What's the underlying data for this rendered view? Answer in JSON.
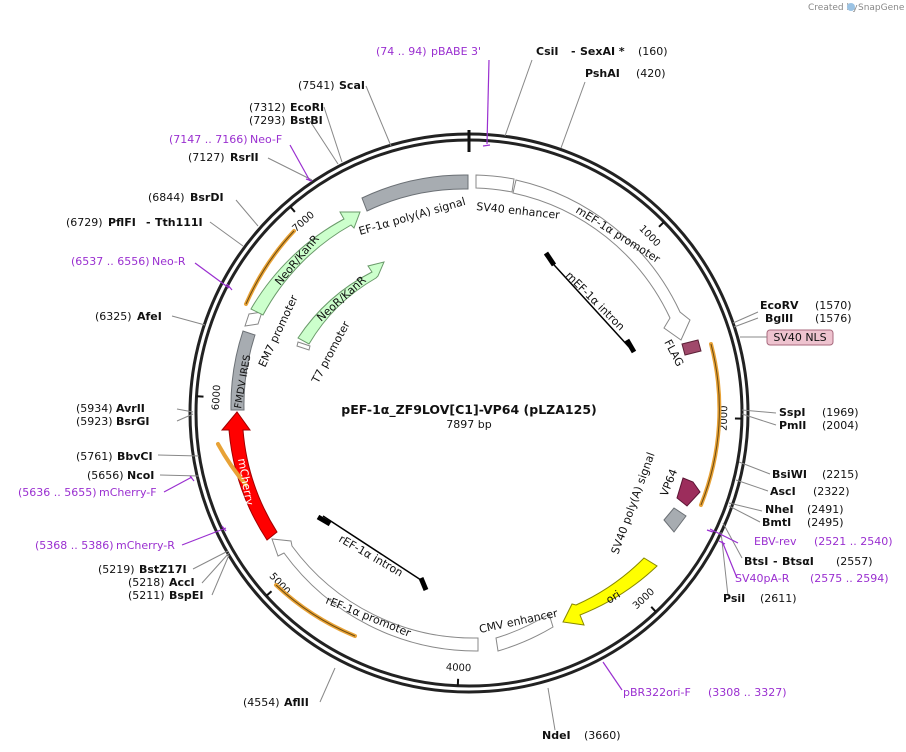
{
  "branding": {
    "created_by": "Created by",
    "brand": "SnapGene"
  },
  "map": {
    "name": "pEF-1α_ZF9LOV[C1]-VP64 (pLZA125)",
    "length": "7897 bp",
    "total_bp": 7897,
    "tick_labels": [
      "1000",
      "2000",
      "3000",
      "4000",
      "5000",
      "6000",
      "7000"
    ]
  },
  "features": [
    {
      "name": "SV40 enhancer",
      "kind": "regulatory",
      "color": "#ffffff"
    },
    {
      "name": "mEF-1α promoter",
      "kind": "promoter",
      "color": "#ffffff"
    },
    {
      "name": "mEF-1α intron",
      "kind": "intron",
      "color": "#000000"
    },
    {
      "name": "FLAG",
      "kind": "tag",
      "color": "#a0496b"
    },
    {
      "name": "SV40 NLS",
      "kind": "tag",
      "color": "#eec3cf"
    },
    {
      "name": "VP64",
      "kind": "cds",
      "color": "#9c2d5c"
    },
    {
      "name": "SV40 poly(A) signal",
      "kind": "terminator",
      "color": "#a7acb1"
    },
    {
      "name": "ori",
      "kind": "rep_origin",
      "color": "#ffff00"
    },
    {
      "name": "CMV enhancer",
      "kind": "regulatory",
      "color": "#ffffff"
    },
    {
      "name": "rEF-1α promoter",
      "kind": "promoter",
      "color": "#ffffff"
    },
    {
      "name": "rEF-1α intron",
      "kind": "intron",
      "color": "#000000"
    },
    {
      "name": "mCherry",
      "kind": "cds",
      "color": "#ff0000"
    },
    {
      "name": "FMDV IRES",
      "kind": "misc",
      "color": "#a7acb1"
    },
    {
      "name": "EM7 promoter",
      "kind": "promoter",
      "color": "#ffffff"
    },
    {
      "name": "NeoR/KanR",
      "kind": "cds",
      "color": "#ccffcc"
    },
    {
      "name": "T7 promoter",
      "kind": "promoter",
      "color": "#ffffff"
    },
    {
      "name": "EF-1α poly(A) signal",
      "kind": "terminator",
      "color": "#a7acb1"
    }
  ],
  "sites": [
    {
      "name": "CsiI",
      "extra": "SexAI *",
      "pos": "(160)"
    },
    {
      "name": "PshAI",
      "pos": "(420)"
    },
    {
      "name": "EcoRV",
      "pos": "(1570)"
    },
    {
      "name": "BglII",
      "pos": "(1576)"
    },
    {
      "name": "SspI",
      "pos": "(1969)"
    },
    {
      "name": "PmlI",
      "pos": "(2004)"
    },
    {
      "name": "BsiWI",
      "pos": "(2215)"
    },
    {
      "name": "AscI",
      "pos": "(2322)"
    },
    {
      "name": "NheI",
      "pos": "(2491)"
    },
    {
      "name": "BmtI",
      "pos": "(2495)"
    },
    {
      "name": "BtsI",
      "extra": "BtsαI",
      "pos": "(2557)"
    },
    {
      "name": "PsiI",
      "pos": "(2611)"
    },
    {
      "name": "NdeI",
      "pos": "(3660)"
    },
    {
      "name": "AflII",
      "pos": "(4554)"
    },
    {
      "name": "BspEI",
      "pos": "(5211)"
    },
    {
      "name": "AccI",
      "pos": "(5218)"
    },
    {
      "name": "BstZ17I",
      "pos": "(5219)"
    },
    {
      "name": "NcoI",
      "pos": "(5656)"
    },
    {
      "name": "BbvCI",
      "pos": "(5761)"
    },
    {
      "name": "BsrGI",
      "pos": "(5923)"
    },
    {
      "name": "AvrII",
      "pos": "(5934)"
    },
    {
      "name": "AfeI",
      "pos": "(6325)"
    },
    {
      "name": "PflFI",
      "extra": "Tth111I",
      "pos": "(6729)"
    },
    {
      "name": "BsrDI",
      "pos": "(6844)"
    },
    {
      "name": "RsrII",
      "pos": "(7127)"
    },
    {
      "name": "BstBI",
      "pos": "(7293)"
    },
    {
      "name": "EcoRI",
      "pos": "(7312)"
    },
    {
      "name": "ScaI",
      "pos": "(7541)"
    }
  ],
  "primers": [
    {
      "range": "(74 .. 94)",
      "name": "pBABE 3'"
    },
    {
      "range": "(2521 .. 2540)",
      "name": "EBV-rev"
    },
    {
      "range": "(2575 .. 2594)",
      "name": "SV40pA-R"
    },
    {
      "range": "(3308 .. 3327)",
      "name": "pBR322ori-F"
    },
    {
      "range": "(5368 .. 5386)",
      "name": "mCherry-R"
    },
    {
      "range": "(5636 .. 5655)",
      "name": "mCherry-F"
    },
    {
      "range": "(6537 .. 6556)",
      "name": "Neo-R"
    },
    {
      "range": "(7147 .. 7166)",
      "name": "Neo-F"
    }
  ]
}
